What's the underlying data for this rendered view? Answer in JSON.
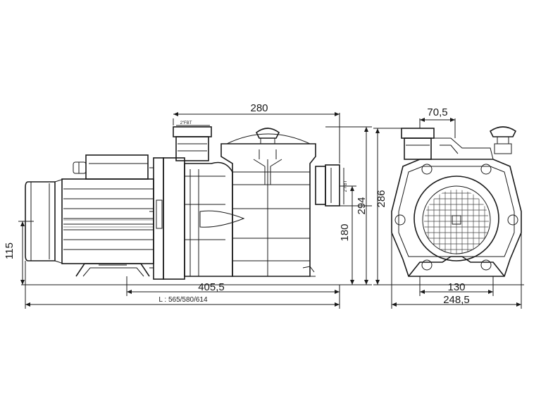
{
  "dimensions": {
    "side_top_width": "280",
    "side_height_294": "294",
    "side_height_180": "180",
    "side_height_115": "115",
    "side_base_405": "405,5",
    "side_length": "L : 565/580/614",
    "front_top_70": "70,5",
    "front_height_286": "286",
    "front_base_130": "130",
    "front_total_width": "248,5",
    "thread_top": "2\"FBT",
    "thread_side": "2\"FBT"
  }
}
